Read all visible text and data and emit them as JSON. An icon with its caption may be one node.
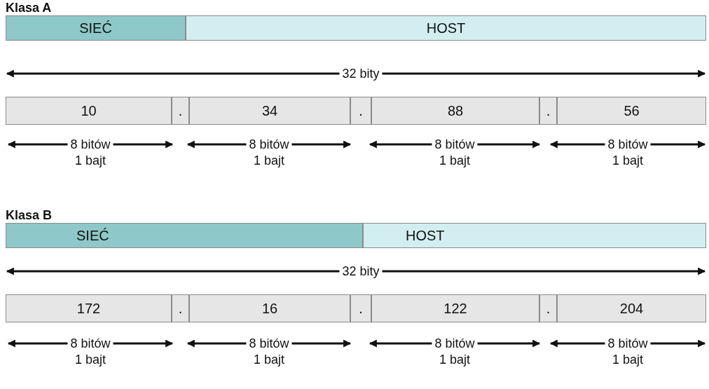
{
  "diagram": {
    "nodes": [
      {
        "text": [
          "SIEĆ"
        ]
      },
      {
        "text": [
          "HOST"
        ]
      },
      {
        "text": [
          "10"
        ]
      },
      {
        "text": [
          "."
        ]
      },
      {
        "text": [
          "34"
        ]
      },
      {
        "text": [
          "."
        ]
      },
      {
        "text": [
          "88"
        ]
      },
      {
        "text": [
          "."
        ]
      },
      {
        "text": [
          "56"
        ]
      },
      {
        "text": [
          "SIEĆ"
        ]
      },
      {
        "text": [
          "HOST"
        ]
      },
      {
        "text": [
          "172"
        ]
      },
      {
        "text": [
          "."
        ]
      },
      {
        "text": [
          "16"
        ]
      },
      {
        "text": [
          "."
        ]
      },
      {
        "text": [
          "122"
        ]
      },
      {
        "text": [
          "."
        ]
      },
      {
        "text": [
          "204"
        ]
      }
    ],
    "labels": [
      "Klasa A",
      "32 bity",
      "8 bitów",
      "8 bitów",
      "8 bitów",
      "8 bitów",
      "1 bajt",
      "1 bajt",
      "1 bajt",
      "1 bajt",
      "Klasa B",
      "32 bity",
      "8 bitów",
      "8 bitów",
      "8 bitów",
      "8 bitów",
      "1 bajt",
      "1 bajt",
      "1 bajt",
      "1 bajt"
    ]
  }
}
